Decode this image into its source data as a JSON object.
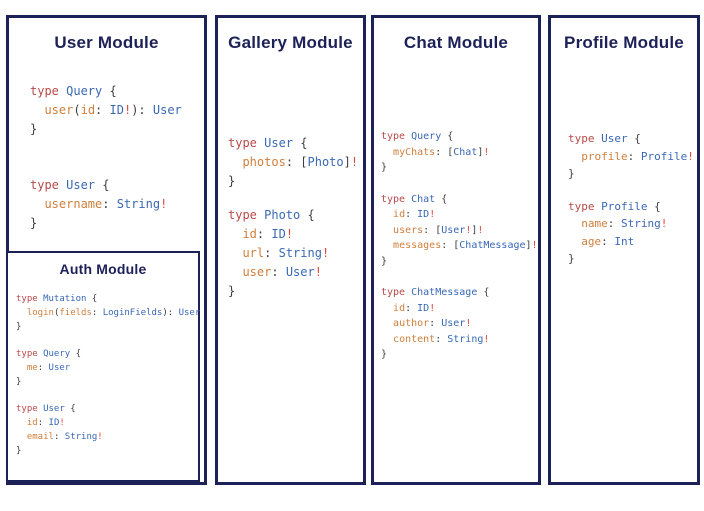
{
  "colors": {
    "navy": "#1c2157",
    "keyword": "#b84a48",
    "type": "#3968b5",
    "field": "#d07f3c",
    "bang": "#dc4b3e",
    "punct": "#3f3f3f",
    "background": "#ffffff"
  },
  "panels": [
    {
      "title": "User Module",
      "blocks": [
        [
          [
            [
              "kw",
              "type "
            ],
            [
              "ty",
              "Query"
            ],
            [
              "pu",
              " {"
            ]
          ],
          [
            [
              "pu",
              "  "
            ],
            [
              "fl",
              "user"
            ],
            [
              "pu",
              "("
            ],
            [
              "fl",
              "id"
            ],
            [
              "pu",
              ": "
            ],
            [
              "ty",
              "ID"
            ],
            [
              "bg",
              "!"
            ],
            [
              "pu",
              "): "
            ],
            [
              "ty",
              "User"
            ]
          ],
          [
            [
              "pu",
              "}"
            ]
          ]
        ],
        [
          [
            [
              "kw",
              "type "
            ],
            [
              "ty",
              "User"
            ],
            [
              "pu",
              " {"
            ]
          ],
          [
            [
              "pu",
              "  "
            ],
            [
              "fl",
              "username"
            ],
            [
              "pu",
              ": "
            ],
            [
              "ty",
              "String"
            ],
            [
              "bg",
              "!"
            ]
          ],
          [
            [
              "pu",
              "}"
            ]
          ]
        ]
      ],
      "nested": {
        "title": "Auth Module",
        "blocks": [
          [
            [
              [
                "kw",
                "type "
              ],
              [
                "ty",
                "Mutation"
              ],
              [
                "pu",
                " {"
              ]
            ],
            [
              [
                "pu",
                "  "
              ],
              [
                "fl",
                "login"
              ],
              [
                "pu",
                "("
              ],
              [
                "fl",
                "fields"
              ],
              [
                "pu",
                ": "
              ],
              [
                "ty",
                "LoginFields"
              ],
              [
                "pu",
                "): "
              ],
              [
                "ty",
                "User"
              ]
            ],
            [
              [
                "pu",
                "}"
              ]
            ]
          ],
          [
            [
              [
                "kw",
                "type "
              ],
              [
                "ty",
                "Query"
              ],
              [
                "pu",
                " {"
              ]
            ],
            [
              [
                "pu",
                "  "
              ],
              [
                "fl",
                "me"
              ],
              [
                "pu",
                ": "
              ],
              [
                "ty",
                "User"
              ]
            ],
            [
              [
                "pu",
                "}"
              ]
            ]
          ],
          [
            [
              [
                "kw",
                "type "
              ],
              [
                "ty",
                "User"
              ],
              [
                "pu",
                " {"
              ]
            ],
            [
              [
                "pu",
                "  "
              ],
              [
                "fl",
                "id"
              ],
              [
                "pu",
                ": "
              ],
              [
                "ty",
                "ID"
              ],
              [
                "bg",
                "!"
              ]
            ],
            [
              [
                "pu",
                "  "
              ],
              [
                "fl",
                "email"
              ],
              [
                "pu",
                ": "
              ],
              [
                "ty",
                "String"
              ],
              [
                "bg",
                "!"
              ]
            ],
            [
              [
                "pu",
                "}"
              ]
            ]
          ]
        ]
      }
    },
    {
      "title": "Gallery Module",
      "blocks": [
        [
          [
            [
              "kw",
              "type "
            ],
            [
              "ty",
              "User"
            ],
            [
              "pu",
              " {"
            ]
          ],
          [
            [
              "pu",
              "  "
            ],
            [
              "fl",
              "photos"
            ],
            [
              "pu",
              ": ["
            ],
            [
              "ty",
              "Photo"
            ],
            [
              "pu",
              "]"
            ],
            [
              "bg",
              "!"
            ]
          ],
          [
            [
              "pu",
              "}"
            ]
          ]
        ],
        [
          [
            [
              "kw",
              "type "
            ],
            [
              "ty",
              "Photo"
            ],
            [
              "pu",
              " {"
            ]
          ],
          [
            [
              "pu",
              "  "
            ],
            [
              "fl",
              "id"
            ],
            [
              "pu",
              ": "
            ],
            [
              "ty",
              "ID"
            ],
            [
              "bg",
              "!"
            ]
          ],
          [
            [
              "pu",
              "  "
            ],
            [
              "fl",
              "url"
            ],
            [
              "pu",
              ": "
            ],
            [
              "ty",
              "String"
            ],
            [
              "bg",
              "!"
            ]
          ],
          [
            [
              "pu",
              "  "
            ],
            [
              "fl",
              "user"
            ],
            [
              "pu",
              ": "
            ],
            [
              "ty",
              "User"
            ],
            [
              "bg",
              "!"
            ]
          ],
          [
            [
              "pu",
              "}"
            ]
          ]
        ]
      ]
    },
    {
      "title": "Chat Module",
      "blocks": [
        [
          [
            [
              "kw",
              "type "
            ],
            [
              "ty",
              "Query"
            ],
            [
              "pu",
              " {"
            ]
          ],
          [
            [
              "pu",
              "  "
            ],
            [
              "fl",
              "myChats"
            ],
            [
              "pu",
              ": ["
            ],
            [
              "ty",
              "Chat"
            ],
            [
              "pu",
              "]"
            ],
            [
              "bg",
              "!"
            ]
          ],
          [
            [
              "pu",
              "}"
            ]
          ]
        ],
        [
          [
            [
              "kw",
              "type "
            ],
            [
              "ty",
              "Chat"
            ],
            [
              "pu",
              " {"
            ]
          ],
          [
            [
              "pu",
              "  "
            ],
            [
              "fl",
              "id"
            ],
            [
              "pu",
              ": "
            ],
            [
              "ty",
              "ID"
            ],
            [
              "bg",
              "!"
            ]
          ],
          [
            [
              "pu",
              "  "
            ],
            [
              "fl",
              "users"
            ],
            [
              "pu",
              ": ["
            ],
            [
              "ty",
              "User"
            ],
            [
              "bg",
              "!"
            ],
            [
              "pu",
              "]"
            ],
            [
              "bg",
              "!"
            ]
          ],
          [
            [
              "pu",
              "  "
            ],
            [
              "fl",
              "messages"
            ],
            [
              "pu",
              ": ["
            ],
            [
              "ty",
              "ChatMessage"
            ],
            [
              "pu",
              "]"
            ],
            [
              "bg",
              "!"
            ]
          ],
          [
            [
              "pu",
              "}"
            ]
          ]
        ],
        [
          [
            [
              "kw",
              "type "
            ],
            [
              "ty",
              "ChatMessage"
            ],
            [
              "pu",
              " {"
            ]
          ],
          [
            [
              "pu",
              "  "
            ],
            [
              "fl",
              "id"
            ],
            [
              "pu",
              ": "
            ],
            [
              "ty",
              "ID"
            ],
            [
              "bg",
              "!"
            ]
          ],
          [
            [
              "pu",
              "  "
            ],
            [
              "fl",
              "author"
            ],
            [
              "pu",
              ": "
            ],
            [
              "ty",
              "User"
            ],
            [
              "bg",
              "!"
            ]
          ],
          [
            [
              "pu",
              "  "
            ],
            [
              "fl",
              "content"
            ],
            [
              "pu",
              ": "
            ],
            [
              "ty",
              "String"
            ],
            [
              "bg",
              "!"
            ]
          ],
          [
            [
              "pu",
              "}"
            ]
          ]
        ]
      ]
    },
    {
      "title": "Profile Module",
      "blocks": [
        [
          [
            [
              "kw",
              "type "
            ],
            [
              "ty",
              "User"
            ],
            [
              "pu",
              " {"
            ]
          ],
          [
            [
              "pu",
              "  "
            ],
            [
              "fl",
              "profile"
            ],
            [
              "pu",
              ": "
            ],
            [
              "ty",
              "Profile"
            ],
            [
              "bg",
              "!"
            ]
          ],
          [
            [
              "pu",
              "}"
            ]
          ]
        ],
        [
          [
            [
              "kw",
              "type "
            ],
            [
              "ty",
              "Profile"
            ],
            [
              "pu",
              " {"
            ]
          ],
          [
            [
              "pu",
              "  "
            ],
            [
              "fl",
              "name"
            ],
            [
              "pu",
              ": "
            ],
            [
              "ty",
              "String"
            ],
            [
              "bg",
              "!"
            ]
          ],
          [
            [
              "pu",
              "  "
            ],
            [
              "fl",
              "age"
            ],
            [
              "pu",
              ": "
            ],
            [
              "ty",
              "Int"
            ]
          ],
          [
            [
              "pu",
              "}"
            ]
          ]
        ]
      ]
    }
  ]
}
